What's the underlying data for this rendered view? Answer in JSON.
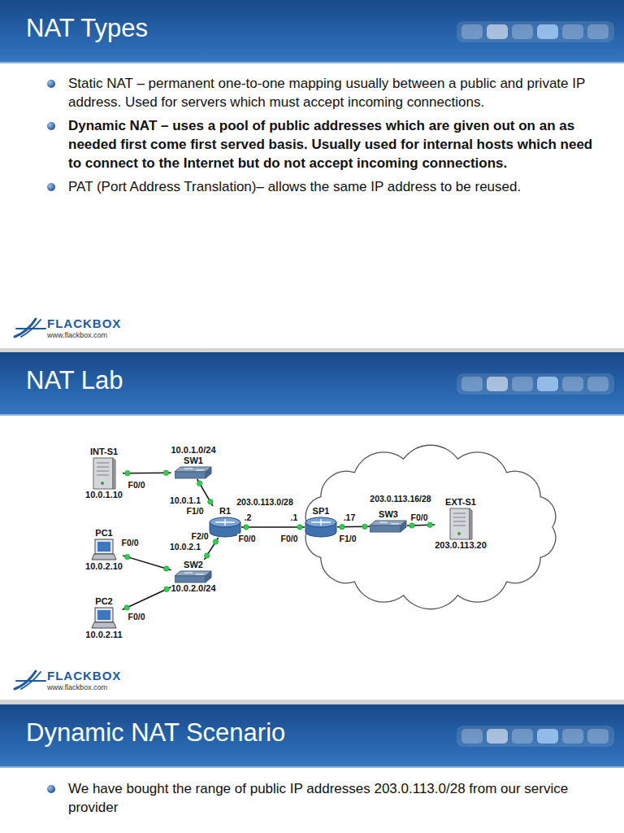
{
  "diagram": {
    "nodes": [
      {
        "text": [
          "NAT Types"
        ]
      },
      {
        "text": [
          "NAT Lab"
        ]
      },
      {
        "text": [
          "INT-S1",
          "10.0.1.10"
        ]
      },
      {
        "text": [
          "10.0.1.0/24",
          "SW1"
        ]
      },
      {
        "text": [
          "R1"
        ]
      },
      {
        "text": [
          "PC1",
          "10.0.2.10"
        ]
      },
      {
        "text": [
          "SW2",
          "10.0.2.0/24"
        ]
      },
      {
        "text": [
          "PC2",
          "10.0.2.11"
        ]
      },
      {
        "text": [
          "SP1"
        ]
      },
      {
        "text": [
          "SW3"
        ]
      },
      {
        "text": [
          "EXT-S1",
          "203.0.113.20"
        ]
      },
      {
        "text": [
          "Dynamic NAT Scenario"
        ]
      }
    ],
    "edges": [
      {
        "from": 2,
        "to": 3,
        "arrow": "none"
      },
      {
        "from": 3,
        "to": 4,
        "arrow": "none"
      },
      {
        "from": 4,
        "to": 6,
        "arrow": "none"
      },
      {
        "from": 6,
        "to": 5,
        "arrow": "none"
      },
      {
        "from": 6,
        "to": 7,
        "arrow": "none"
      },
      {
        "from": 4,
        "to": 8,
        "arrow": "none"
      },
      {
        "from": 8,
        "to": 9,
        "arrow": "none"
      },
      {
        "from": 9,
        "to": 10,
        "arrow": "none"
      }
    ],
    "labels": [
      "Static NAT – permanent one-to-one mapping usually between a public and private IP address. Used for servers which must accept incoming connections.",
      "Dynamic NAT – uses a pool of public addresses which are given out on an as needed first come first served basis. Usually used for internal hosts which need to connect to the Internet but do not accept incoming connections.",
      "PAT (Port Address Translation)– allows the same IP address to be reused.",
      "FLACKBOX",
      "www.flackbox.com",
      "F0/0",
      "10.0.1.1",
      "F1/0",
      "203.0.113.0/28",
      ".2",
      ".1",
      ".17",
      "203.0.113.16/28",
      "F2/0",
      "10.0.2.1",
      "F0/0",
      "F0/0",
      "F0/0",
      "F1/0",
      "F0/0",
      "F0/0",
      "FLACKBOX",
      "www.flackbox.com",
      "We have bought the range of public IP addresses 203.0.113.0/28 from our service provider"
    ]
  }
}
